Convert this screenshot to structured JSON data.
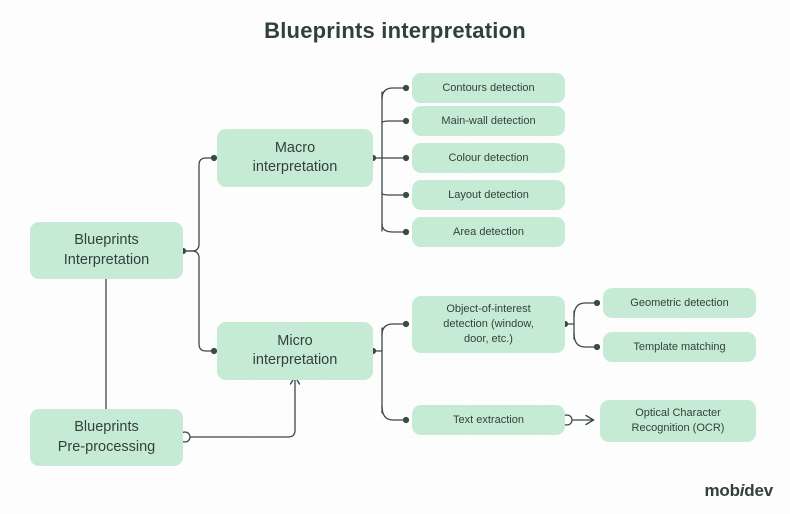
{
  "page": {
    "title": "Blueprints interpretation",
    "logo_pre": "mob",
    "logo_mid": "i",
    "logo_post": "dev",
    "bg_color": "#fdfdfd",
    "node_color": "#c6ebd4",
    "text_color": "#33403c",
    "wire_color": "#3c4a46"
  },
  "nodes": {
    "blueprints_interpretation": "Blueprints\nInterpretation",
    "blueprints_interpretation_l1": "Blueprints",
    "blueprints_interpretation_l2": "Interpretation",
    "blueprints_preprocessing_l1": "Blueprints",
    "blueprints_preprocessing_l2": "Pre-processing",
    "macro_l1": "Macro",
    "macro_l2": "interpretation",
    "micro_l1": "Micro",
    "micro_l2": "interpretation"
  },
  "macro_children": [
    {
      "label": "Contours detection"
    },
    {
      "label": "Main-wall detection"
    },
    {
      "label": "Colour detection"
    },
    {
      "label": "Layout detection"
    },
    {
      "label": "Area detection"
    }
  ],
  "micro_children": [
    {
      "label_l1": "Object-of-interest",
      "label_l2": "detection (window,",
      "label_l3": "door, etc.)"
    },
    {
      "label_l1": "Text extraction"
    }
  ],
  "object_children": [
    {
      "label": "Geometric detection"
    },
    {
      "label": "Template matching"
    }
  ],
  "text_children": [
    {
      "label_l1": "Optical Character",
      "label_l2": "Recognition (OCR)"
    }
  ]
}
